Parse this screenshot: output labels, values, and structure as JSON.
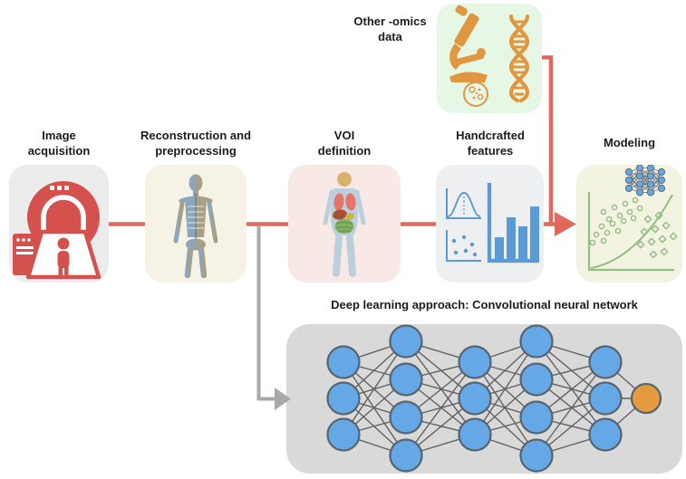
{
  "palette": {
    "arrow_red": "#e0685d",
    "scanner_red": "#d5514d",
    "gray_arrow": "#a9a9a9",
    "node_blue": "#64a8e6",
    "node_orange": "#e59a3e",
    "node_stroke": "#57636e",
    "edge_gray": "#616161",
    "feature_blue": "#5b9bd5",
    "model_green": "#94bd82",
    "omics_orange": "#e0973f",
    "bg_acquisition": "#ececec",
    "bg_reconstruction": "#f6f3e6",
    "bg_voi": "#f9e9e6",
    "bg_features": "#edeff0",
    "bg_modeling": "#f3f3e2",
    "bg_omics": "#e7f7e5",
    "bg_dl": "#d9d9d9"
  },
  "omics_box": {
    "label": "Other -omics data",
    "icons": [
      "microscope-icon",
      "petri-dish-icon",
      "dna-icon"
    ]
  },
  "pipeline_steps": [
    {
      "label": "Image acquisition",
      "icon": "ct-scanner-icon"
    },
    {
      "label": "Reconstruction and preprocessing",
      "icon": "skeleton-body-icon"
    },
    {
      "label": "VOI definition",
      "icon": "body-organs-icon"
    },
    {
      "label": "Handcrafted features",
      "icon": "feature-charts-icon"
    },
    {
      "label": "Modeling",
      "icon": "model-plot-icon"
    }
  ],
  "handcrafted_features": {
    "bar_heights": [
      24,
      46,
      36,
      58
    ],
    "scatter_dots": [
      [
        20,
        84
      ],
      [
        31,
        80
      ],
      [
        40,
        88
      ],
      [
        22,
        97
      ],
      [
        33,
        95
      ],
      [
        43,
        99
      ]
    ]
  },
  "modeling": {
    "mini_net_columns": [
      3,
      4,
      4,
      3
    ],
    "scatter_circles": [
      [
        30,
        52
      ],
      [
        42,
        47
      ],
      [
        54,
        43
      ],
      [
        65,
        39
      ],
      [
        36,
        60
      ],
      [
        48,
        56
      ],
      [
        59,
        52
      ],
      [
        70,
        48
      ],
      [
        28,
        68
      ],
      [
        40,
        65
      ],
      [
        52,
        62
      ],
      [
        63,
        59
      ],
      [
        22,
        77
      ],
      [
        34,
        75
      ],
      [
        46,
        73
      ],
      [
        18,
        86
      ],
      [
        30,
        84
      ]
    ],
    "scatter_diamonds": [
      [
        79,
        60
      ],
      [
        91,
        56
      ],
      [
        75,
        74
      ],
      [
        87,
        71
      ],
      [
        99,
        67
      ],
      [
        71,
        88
      ],
      [
        83,
        85
      ],
      [
        95,
        82
      ],
      [
        107,
        79
      ],
      [
        85,
        99
      ],
      [
        97,
        96
      ]
    ]
  },
  "deep_learning": {
    "title": "Deep learning approach: Convolutional neural network",
    "hidden_layers": [
      3,
      4,
      3,
      4,
      3
    ],
    "output_nodes": 1
  }
}
